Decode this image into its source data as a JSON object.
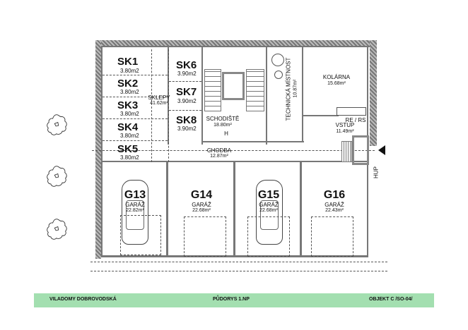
{
  "document": {
    "type": "floor-plan",
    "footer": {
      "project": "VILADOMY DOBROVODSKÁ",
      "drawing": "PŮDORYS 1.NP",
      "object": "OBJEKT C /SO-04/",
      "bar_color": "#a3dfb0"
    }
  },
  "cellars": {
    "group_name": "SKLEPY",
    "group_area": "41.62m²",
    "units": [
      {
        "label": "SK1",
        "area": "3.80m2"
      },
      {
        "label": "SK2",
        "area": "3.80m2"
      },
      {
        "label": "SK3",
        "area": "3.80m2"
      },
      {
        "label": "SK4",
        "area": "3.80m2"
      },
      {
        "label": "SK5",
        "area": "3.80m2"
      },
      {
        "label": "SK6",
        "area": "3.90m2"
      },
      {
        "label": "SK7",
        "area": "3.90m2"
      },
      {
        "label": "SK8",
        "area": "3.90m2"
      }
    ]
  },
  "rooms": {
    "staircase": {
      "name": "SCHODIŠTĚ",
      "area": "18.80m²",
      "marker": "H"
    },
    "technical": {
      "name": "TECHNICKÁ MÍSTNOST",
      "area": "10.87m²"
    },
    "bike_room": {
      "name": "KOLÁRNA",
      "area": "15.68m²"
    },
    "entrance": {
      "name": "VSTUP",
      "area": "11.49m²",
      "meter": "RE / RS"
    },
    "corridor": {
      "name": "CHODBA",
      "area": "12.87m²"
    },
    "gas_label": "HUP"
  },
  "garages": [
    {
      "label": "G13",
      "name": "GARÁŽ",
      "area": "22.82m²",
      "has_car": true
    },
    {
      "label": "G14",
      "name": "GARÁŽ",
      "area": "22.68m²",
      "has_car": false
    },
    {
      "label": "G15",
      "name": "GARÁŽ",
      "area": "22.68m²",
      "has_car": true
    },
    {
      "label": "G16",
      "name": "GARÁŽ",
      "area": "22.43m²",
      "has_car": false
    }
  ],
  "site": {
    "trees": 3,
    "entrance_arrow": "triangle-left"
  }
}
